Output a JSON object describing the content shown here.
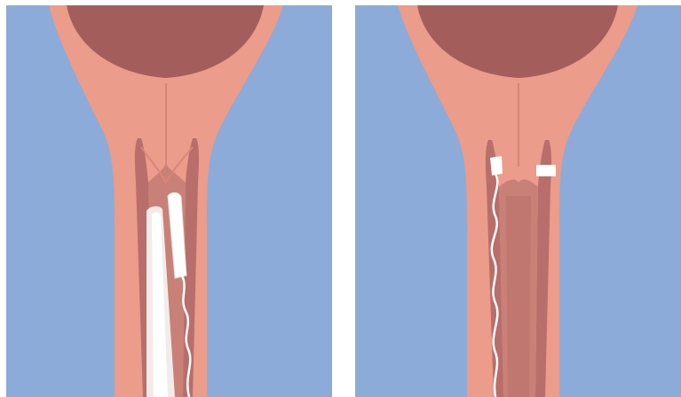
{
  "colors": {
    "background": "#8cabd8",
    "tissue": "#eb9c8a",
    "tissue_outline": "#d98676",
    "uterus": "#a35e5c",
    "canal_dark": "#b86e6a",
    "canal_mid": "#c98077",
    "device_white": "#ffffff",
    "device_shade": "#f2ece8",
    "string": "#ffffff"
  },
  "panels": [
    {
      "id": "left",
      "device": "tampon-inserted"
    },
    {
      "id": "right",
      "device": "tampon-removed-strings"
    }
  ]
}
